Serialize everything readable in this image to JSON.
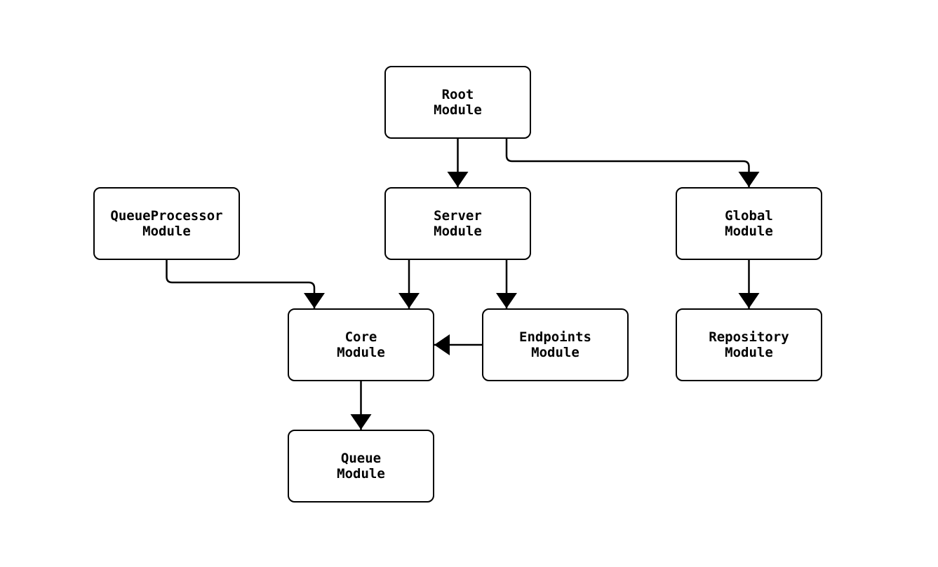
{
  "diagram": {
    "type": "module-dependency-graph",
    "colors": {
      "background": "#ffffff",
      "node_fill": "#ffffff",
      "stroke": "#000000",
      "text": "#000000"
    },
    "nodes": [
      {
        "id": "root",
        "label": "Root\nModule"
      },
      {
        "id": "queueprocessor",
        "label": "QueueProcessor\nModule"
      },
      {
        "id": "server",
        "label": "Server\nModule"
      },
      {
        "id": "global",
        "label": "Global\nModule"
      },
      {
        "id": "core",
        "label": "Core\nModule"
      },
      {
        "id": "endpoints",
        "label": "Endpoints\nModule"
      },
      {
        "id": "repository",
        "label": "Repository\nModule"
      },
      {
        "id": "queue",
        "label": "Queue\nModule"
      }
    ],
    "edges": [
      {
        "from": "root",
        "to": "server"
      },
      {
        "from": "root",
        "to": "global"
      },
      {
        "from": "queueprocessor",
        "to": "core"
      },
      {
        "from": "server",
        "to": "core"
      },
      {
        "from": "server",
        "to": "endpoints"
      },
      {
        "from": "endpoints",
        "to": "core"
      },
      {
        "from": "global",
        "to": "repository"
      },
      {
        "from": "core",
        "to": "queue"
      }
    ]
  }
}
